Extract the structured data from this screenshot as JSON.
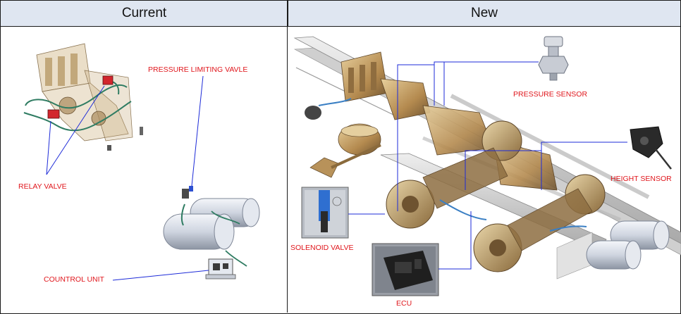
{
  "headers": {
    "current": "Current",
    "new": "New"
  },
  "labels": {
    "pressure_limiting_valve": "PRESSURE LIMITING VAVLE",
    "relay_valve": "RELAY VALVE",
    "control_unit": "COUNTROL UNIT",
    "pressure_sensor": "PRESSURE SENSOR",
    "height_sensor": "HEIGHT SENSOR",
    "solenoid_valve": "SOLENOID VALVE",
    "ecu": "ECU"
  },
  "colors": {
    "label": "#e0161c",
    "leader": "#1d2bd8",
    "header_bg": "#dfe6f1",
    "metal": "#c9a56e",
    "tank": "#d7dce6"
  }
}
